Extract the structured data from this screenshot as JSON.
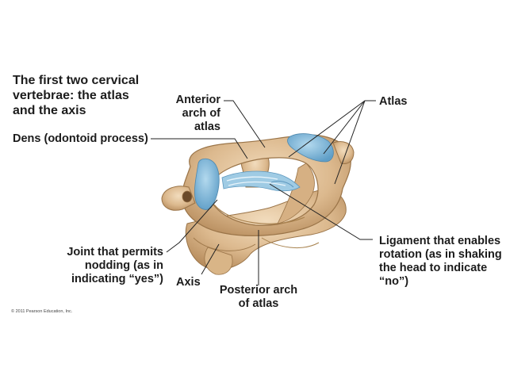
{
  "title": "The first two cervical\nvertebrae: the atlas\nand the axis",
  "labels": {
    "anterior_arch": "Anterior\narch of\natlas",
    "atlas": "Atlas",
    "dens": "Dens  (odontoid process)",
    "joint_nodding": "Joint that permits\nnodding (as in\nindicating “yes”)",
    "axis": "Axis",
    "posterior_arch": "Posterior arch\nof atlas",
    "ligament": "Ligament that enables\nrotation (as in shaking\nthe head to indicate\n“no”)"
  },
  "copyright": "© 2011 Pearson Education, Inc.",
  "colors": {
    "bone": "#e6c9a3",
    "bone_shadow": "#b68c5e",
    "cartilage": "#7fb7d8",
    "ligament": "#a9cfe6",
    "leader": "#222222"
  }
}
